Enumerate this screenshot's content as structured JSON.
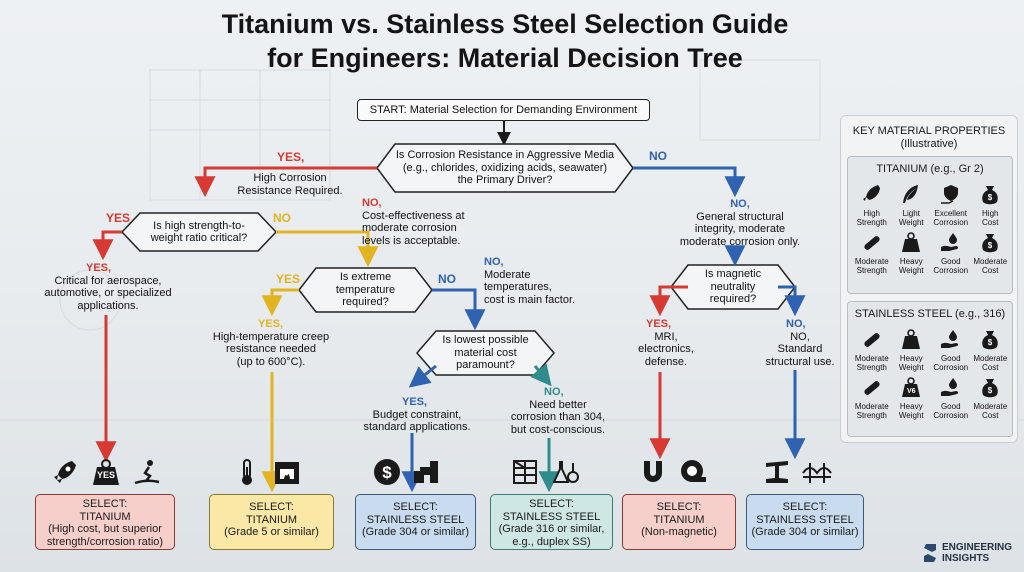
{
  "title": {
    "line1": "Titanium vs. Stainless Steel Selection Guide",
    "line2": "for Engineers: Material Decision Tree"
  },
  "colors": {
    "yes_red": "#d63a32",
    "no_blue": "#2f62b0",
    "yes_yellow": "#e2b422",
    "no_teal": "#2f8c8c",
    "titanium_fill": "#f6cfcb",
    "titanium5_fill": "#fbe7a6",
    "ss304_fill": "#c9dcef",
    "ss316_fill": "#cfe7e4"
  },
  "start": "START: Material Selection for Demanding Environment",
  "q1": {
    "line1": "Is Corrosion Resistance in Aggressive Media",
    "line2": "(e.g., chlorides, oxidizing acids, seawater)",
    "line3": "the Primary Driver?",
    "yes_label": "YES,",
    "yes_text1": "High Corrosion",
    "yes_text2": "Resistance Required.",
    "no_label": "NO",
    "no2_label": "NO,",
    "no_text1": "General structural",
    "no_text2": "integrity, moderate",
    "no_text3": "moderate corrosion only."
  },
  "q2": {
    "line1": "Is high strength-to-",
    "line2": "weight ratio critical?",
    "yes_label": "YES",
    "yes2_label": "YES,",
    "yes_text1": "Critical for aerospace,",
    "yes_text2": "automotive, or specialized",
    "yes_text3": "applications.",
    "no_label": "NO",
    "no2_label": "NO,",
    "no_text1": "Cost-effectiveness at",
    "no_text2": "moderate corrosion",
    "no_text3": "levels is acceptable."
  },
  "q3": {
    "line1": "Is extreme",
    "line2": "temperature",
    "line3": "required?",
    "yes_label": "YES",
    "yes2_label": "YES,",
    "yes_text1": "High-temperature creep",
    "yes_text2": "resistance needed",
    "yes_text3": "(up to 600°C).",
    "no_label": "NO",
    "no2_label": "NO,",
    "no_text1": "Moderate",
    "no_text2": "temperatures,",
    "no_text3": "cost is main factor."
  },
  "q4": {
    "line1": "Is lowest possible",
    "line2": "material cost",
    "line3": "paramount?",
    "yes_label": "YES,",
    "yes_text1": "Budget constraint,",
    "yes_text2": "standard applications.",
    "no_label": "NO,",
    "no_text1": "Need better",
    "no_text2": "corrosion than 304,",
    "no_text3": "but cost-conscious."
  },
  "q5": {
    "line1": "Is magnetic",
    "line2": "neutrality",
    "line3": "required?",
    "yes_label": "YES,",
    "yes_text1": "MRI,",
    "yes_text2": "electronics,",
    "yes_text3": "defense.",
    "no_label": "NO,",
    "no_text1": "NO,",
    "no_text2": "Standard",
    "no_text3": "structural use."
  },
  "selections": [
    {
      "h1": "SELECT:",
      "h2": "TITANIUM",
      "d1": "(High cost, but superior",
      "d2": "strength/corrosion ratio)"
    },
    {
      "h1": "SELECT:",
      "h2": "TITANIUM",
      "d1": "(Grade 5 or similar)",
      "d2": ""
    },
    {
      "h1": "SELECT:",
      "h2": "STAINLESS STEEL",
      "d1": "(Grade 304 or similar)",
      "d2": ""
    },
    {
      "h1": "SELECT:",
      "h2": "STAINLESS STEEL",
      "d1": "(Grade 316 or similar,",
      "d2": "e.g., duplex SS)"
    },
    {
      "h1": "SELECT:",
      "h2": "TITANIUM",
      "d1": "(Non-magnetic)",
      "d2": ""
    },
    {
      "h1": "SELECT:",
      "h2": "STAINLESS STEEL",
      "d1": "(Grade 304 or similar)",
      "d2": ""
    }
  ],
  "icons_yes_badge": "YES",
  "panel": {
    "title1": "KEY MATERIAL PROPERTIES",
    "title2": "(Illustrative)",
    "titanium": {
      "header": "TITANIUM (e.g., Gr 2)",
      "items": [
        {
          "icon": "rocket-icon",
          "l1": "High",
          "l2": "Strength"
        },
        {
          "icon": "feather-icon",
          "l1": "Light",
          "l2": "Weight"
        },
        {
          "icon": "hand-shield-icon",
          "l1": "Excellent",
          "l2": "Corrosion"
        },
        {
          "icon": "money-bag-icon",
          "l1": "High",
          "l2": "Cost"
        },
        {
          "icon": "bar-icon",
          "l1": "Moderate",
          "l2": "Strength"
        },
        {
          "icon": "weight-icon",
          "l1": "Heavy",
          "l2": "Weight"
        },
        {
          "icon": "hand-drop-icon",
          "l1": "Good",
          "l2": "Corrosion"
        },
        {
          "icon": "money-bag-icon",
          "l1": "Moderate",
          "l2": "Cost"
        }
      ]
    },
    "stainless": {
      "header": "STAINLESS STEEL (e.g., 316)",
      "weight_badge": "V6",
      "items": [
        {
          "icon": "bar-icon",
          "l1": "Moderate",
          "l2": "Strength"
        },
        {
          "icon": "weight-icon",
          "l1": "Heavy",
          "l2": "Weight"
        },
        {
          "icon": "hand-drop-icon",
          "l1": "Good",
          "l2": "Corrosion"
        },
        {
          "icon": "money-bag-icon",
          "l1": "Moderate",
          "l2": "Cost"
        },
        {
          "icon": "bar-icon",
          "l1": "Moderate",
          "l2": "Strength"
        },
        {
          "icon": "weight-icon",
          "l1": "Heavy",
          "l2": "Weight"
        },
        {
          "icon": "hand-drop-icon",
          "l1": "Good",
          "l2": "Corrosion"
        },
        {
          "icon": "money-bag-icon",
          "l1": "Moderate",
          "l2": "Cost"
        }
      ]
    }
  },
  "logo": {
    "line1": "ENGINEERING",
    "line2": "INSIGHTS"
  }
}
